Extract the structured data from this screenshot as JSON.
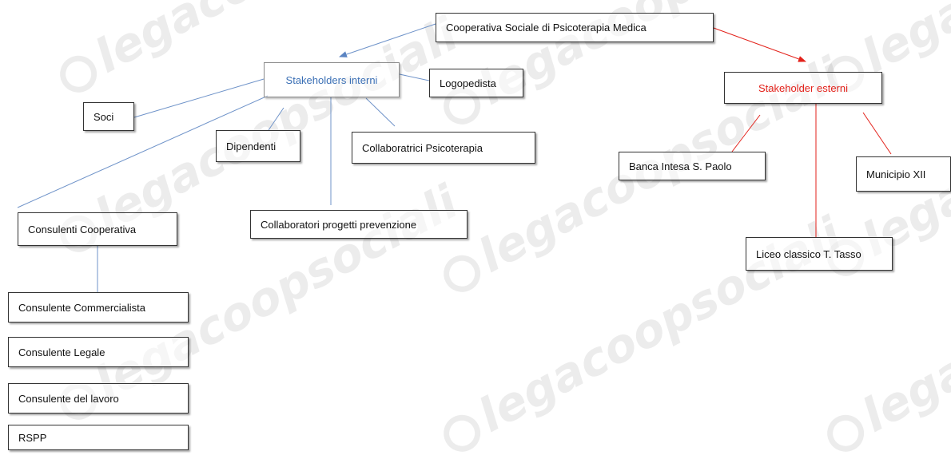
{
  "diagram": {
    "root": "Cooperativa Sociale di Psicoterapia Medica",
    "internal": {
      "title": "Stakeholders interni",
      "members": [
        "Logopedista",
        "Soci",
        "Dipendenti",
        "Collaboratrici Psicoterapia",
        "Collaboratori progetti prevenzione",
        "Consulenti Cooperativa"
      ]
    },
    "external": {
      "title": "Stakeholder esterni",
      "members": [
        "Banca Intesa S. Paolo",
        "Municipio XII",
        "Liceo classico T. Tasso"
      ]
    },
    "consultants": [
      "Consulente Commercialista",
      "Consulente Legale",
      "Consulente del lavoro",
      "RSPP"
    ]
  },
  "watermark": "legacoopsociali",
  "colors": {
    "internal": "#3a6fb5",
    "external": "#e3221b",
    "edge_internal": "#6f93c9",
    "edge_external": "#e3221b",
    "border": "#333333"
  }
}
